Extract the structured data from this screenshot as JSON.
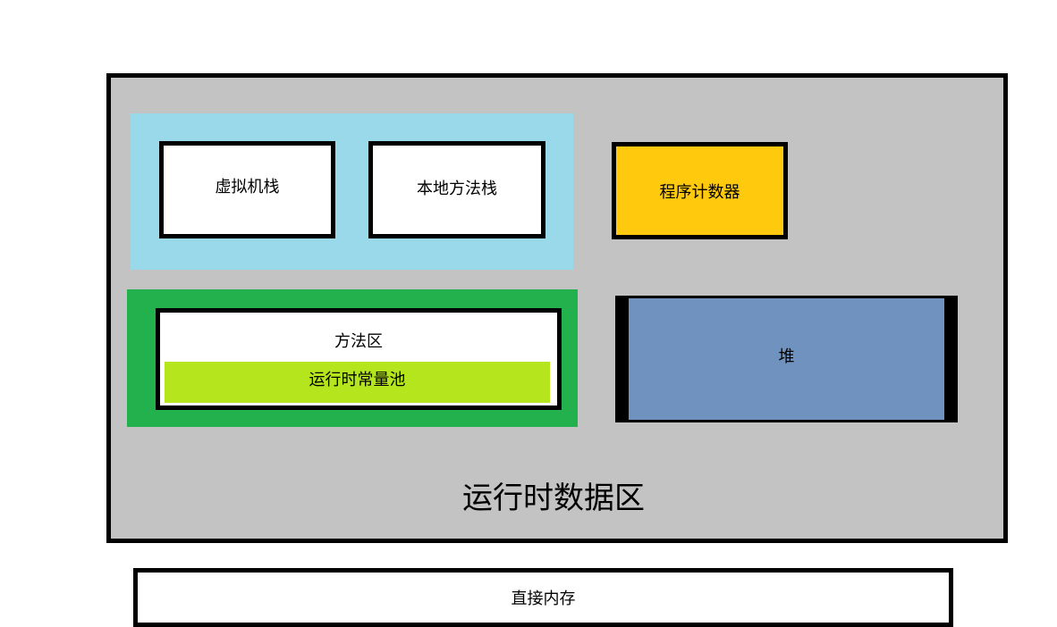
{
  "colors": {
    "runtime_area_bg": "#c3c3c3",
    "stack_group_bg": "#99d9ea",
    "pc_register_bg": "#ffc90e",
    "method_group_bg": "#22b14c",
    "constant_pool_bg": "#b5e61d",
    "heap_bg": "#7092be",
    "border": "#000000"
  },
  "runtime_area": {
    "label": "运行时数据区"
  },
  "jvm_stack": {
    "label": "虚拟机栈"
  },
  "native_method_stack": {
    "label": "本地方法栈"
  },
  "program_counter": {
    "label": "程序计数器"
  },
  "method_area": {
    "label": "方法区",
    "constant_pool": {
      "label": "运行时常量池"
    }
  },
  "heap": {
    "label": "堆"
  },
  "direct_memory": {
    "label": "直接内存"
  }
}
